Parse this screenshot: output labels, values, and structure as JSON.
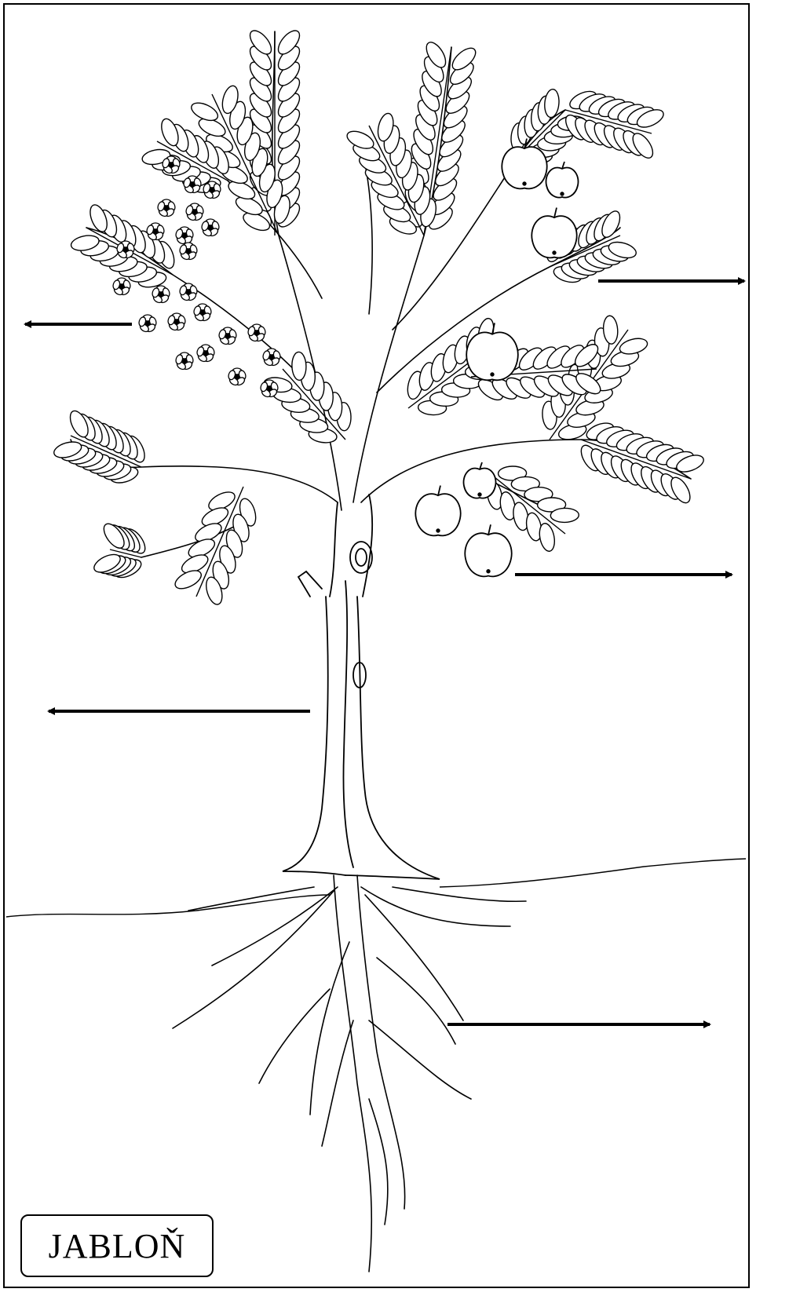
{
  "title": "JABLOŇ",
  "colors": {
    "ink": "#000000",
    "paper": "#ffffff"
  },
  "labels": [
    {
      "id": "label-flower",
      "text": ""
    },
    {
      "id": "label-leaf",
      "text": ""
    },
    {
      "id": "label-fruit",
      "text": ""
    },
    {
      "id": "label-trunk",
      "text": ""
    },
    {
      "id": "label-root",
      "text": ""
    }
  ]
}
